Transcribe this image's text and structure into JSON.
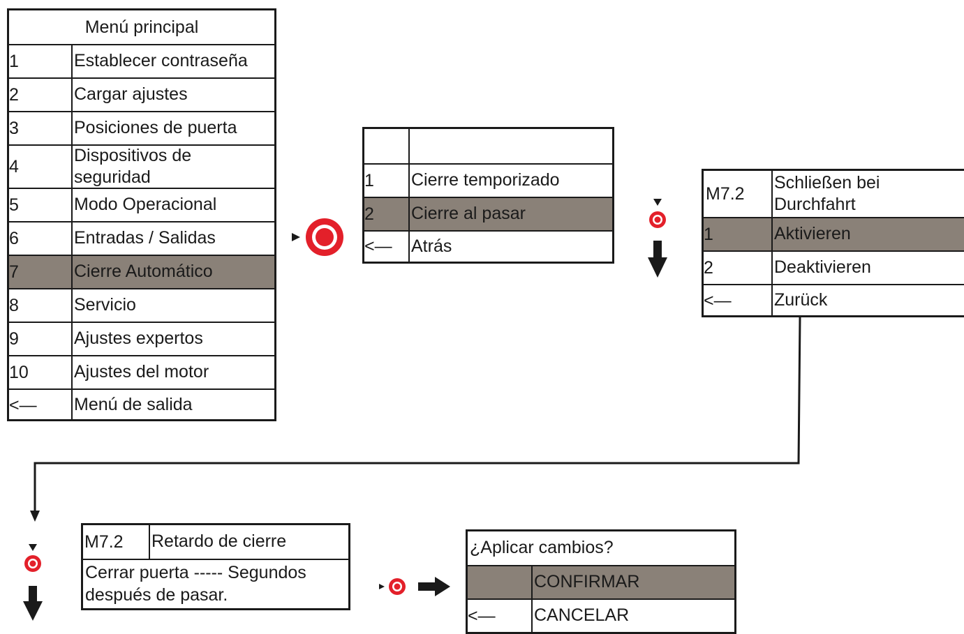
{
  "main_menu": {
    "title": "Menú principal",
    "items": [
      {
        "num": "1",
        "label": "Establecer contraseña"
      },
      {
        "num": "2",
        "label": "Cargar ajustes"
      },
      {
        "num": "3",
        "label": "Posiciones de puerta"
      },
      {
        "num": "4",
        "label": "Dispositivos de seguridad"
      },
      {
        "num": "5",
        "label": "Modo Operacional"
      },
      {
        "num": "6",
        "label": "Entradas / Salidas"
      },
      {
        "num": "7",
        "label": "Cierre Automático",
        "selected": true
      },
      {
        "num": "8",
        "label": "Servicio"
      },
      {
        "num": "9",
        "label": "Ajustes expertos"
      },
      {
        "num": "10",
        "label": "Ajustes del motor"
      },
      {
        "num": "<—",
        "label": "Menú de salida"
      }
    ]
  },
  "submenu": {
    "title": "",
    "items": [
      {
        "num": "1",
        "label": "Cierre temporizado"
      },
      {
        "num": "2",
        "label": "Cierre al pasar",
        "selected": true
      },
      {
        "num": "<—",
        "label": "Atrás"
      }
    ]
  },
  "m72_menu": {
    "code": "M7.2",
    "title": "Schließen bei Durchfahrt",
    "items": [
      {
        "num": "1",
        "label": "Aktivieren",
        "selected": true
      },
      {
        "num": "2",
        "label": "Deaktivieren"
      },
      {
        "num": "<—",
        "label": "Zurück"
      }
    ]
  },
  "delay_panel": {
    "code": "M7.2",
    "title": "Retardo de cierre",
    "body": "Cerrar puerta ----- Segundos después de pasar."
  },
  "confirm_panel": {
    "question": "¿Aplicar cambios?",
    "items": [
      {
        "num": "",
        "label": "CONFIRMAR",
        "selected": true
      },
      {
        "num": "<—",
        "label": "CANCELAR"
      }
    ]
  },
  "colors": {
    "selected_row": "#8a8178",
    "button_red": "#e3202a",
    "line": "#1a1a1a"
  },
  "icons": [
    "knob-button-icon",
    "arrow-down-icon",
    "arrow-right-icon",
    "pointer-triangle-icon"
  ]
}
